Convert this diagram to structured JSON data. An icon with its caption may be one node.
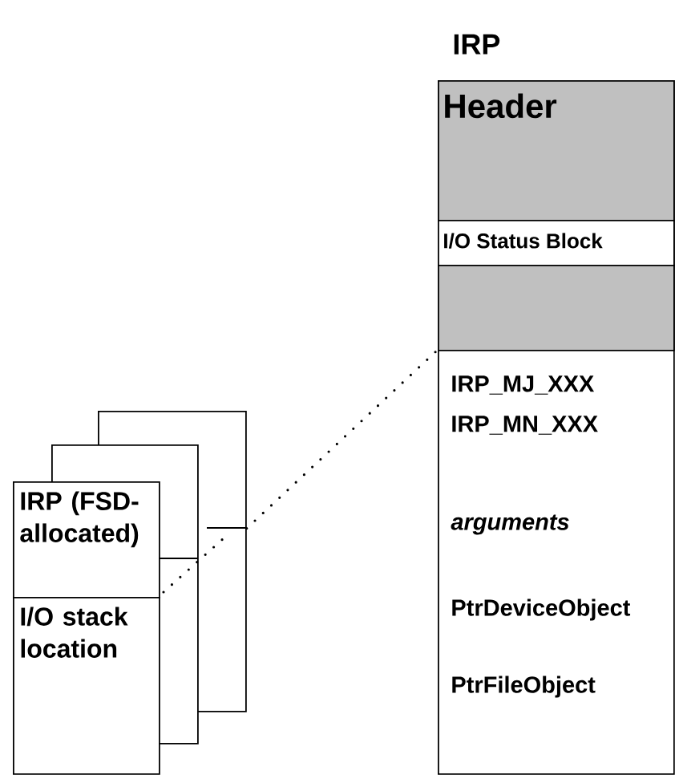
{
  "diagram": {
    "nodes": [
      {
        "text": [
          "IRP"
        ]
      },
      {
        "text": [
          "Header"
        ],
        "in": 0
      },
      {
        "text": [
          "I/O Status Block"
        ],
        "in": 0
      },
      {
        "text": [],
        "shape": "box",
        "in": 0
      },
      {
        "text": [
          "IRP_MJ_XXX",
          "IRP_MN_XXX",
          "*arguments*",
          "PtrDeviceObject",
          "PtrFileObject"
        ],
        "in": 0
      },
      {
        "text": [],
        "shape": "box"
      },
      {
        "text": [],
        "shape": "box"
      },
      {
        "text": [
          "IRP (FSD-allocated)"
        ]
      },
      {
        "text": [
          "I/O stack location"
        ]
      }
    ],
    "edges": [
      {
        "from": 5,
        "to": 4,
        "arrow": "none",
        "style": "dashed"
      }
    ]
  }
}
